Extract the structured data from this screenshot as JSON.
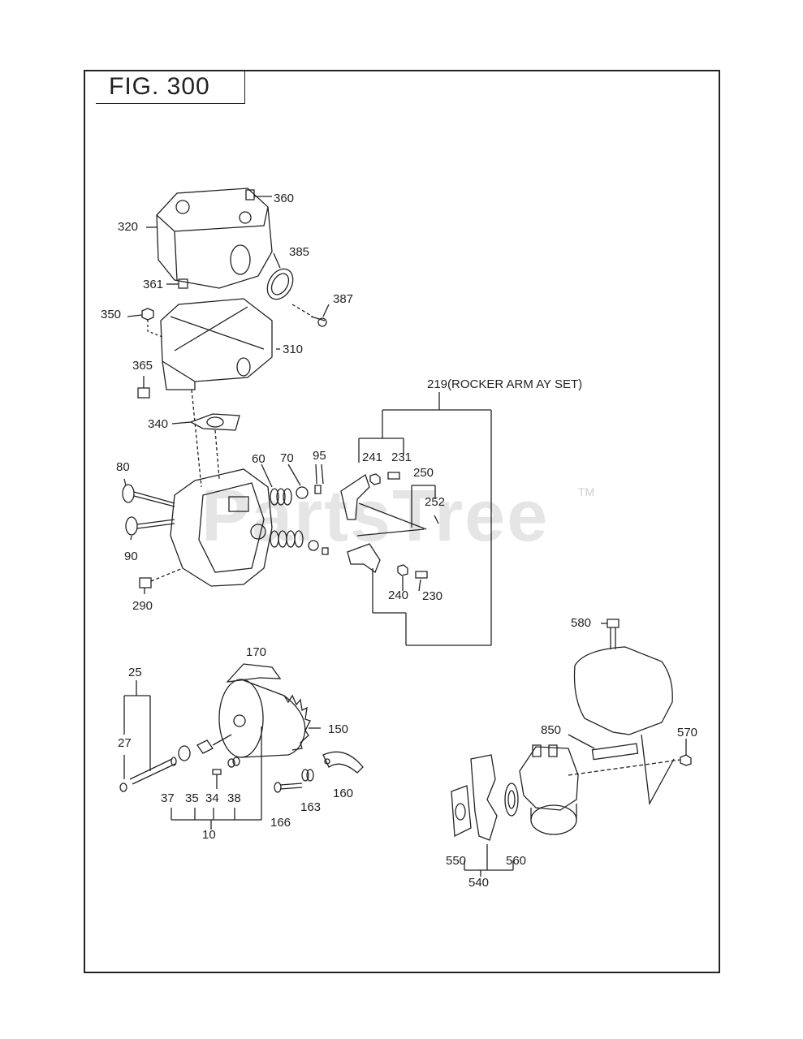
{
  "figure_title": "FIG. 300",
  "watermark": "PartsTree",
  "watermark_tm": "TM",
  "callouts": {
    "c360": "360",
    "c320": "320",
    "c385": "385",
    "c361": "361",
    "c387": "387",
    "c350": "350",
    "c310": "310",
    "c365": "365",
    "c340": "340",
    "c219": "219(ROCKER ARM AY SET)",
    "c241": "241",
    "c231": "231",
    "c250": "250",
    "c252": "252",
    "c60": "60",
    "c70": "70",
    "c95": "95",
    "c80": "80",
    "c90": "90",
    "c290": "290",
    "c240": "240",
    "c230": "230",
    "c170": "170",
    "c25": "25",
    "c27": "27",
    "c150": "150",
    "c37": "37",
    "c35": "35",
    "c34": "34",
    "c38": "38",
    "c10": "10",
    "c166": "166",
    "c163": "163",
    "c160": "160",
    "c580": "580",
    "c850": "850",
    "c570": "570",
    "c550": "550",
    "c560": "560",
    "c540": "540"
  }
}
